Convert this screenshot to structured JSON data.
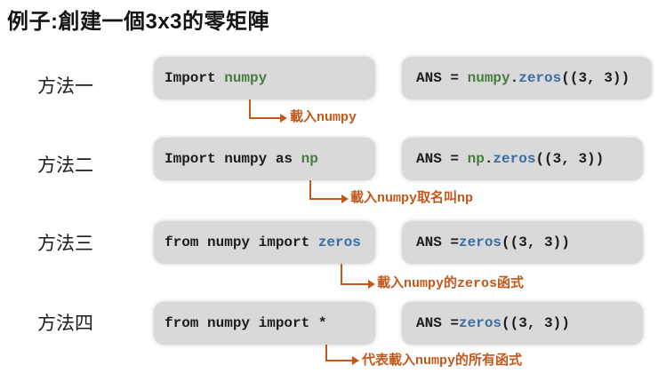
{
  "title": "例子:創建一個3x3的零矩陣",
  "colors": {
    "background": "#ffffff",
    "box_gray": "#d9d9d9",
    "code_black": "#1c1c1c",
    "code_green": "#467d3f",
    "code_blue": "#3a6ea5",
    "annotation_orange": "#c5571a"
  },
  "rows": [
    {
      "label": "方法一",
      "code": [
        {
          "text": "Import ",
          "color": "plain"
        },
        {
          "text": "numpy",
          "color": "green"
        }
      ],
      "ans": [
        {
          "text": "ANS = ",
          "color": "plain"
        },
        {
          "text": "numpy",
          "color": "green"
        },
        {
          "text": ".",
          "color": "plain"
        },
        {
          "text": "zeros",
          "color": "blue"
        },
        {
          "text": "((3, 3))",
          "color": "plain"
        }
      ],
      "annotation": "載入numpy"
    },
    {
      "label": "方法二",
      "code": [
        {
          "text": "Import numpy as ",
          "color": "plain"
        },
        {
          "text": "np",
          "color": "green"
        }
      ],
      "ans": [
        {
          "text": "ANS = ",
          "color": "plain"
        },
        {
          "text": "np",
          "color": "green"
        },
        {
          "text": ".",
          "color": "plain"
        },
        {
          "text": "zeros",
          "color": "blue"
        },
        {
          "text": "((3, 3))",
          "color": "plain"
        }
      ],
      "annotation": "載入numpy取名叫np"
    },
    {
      "label": "方法三",
      "code": [
        {
          "text": "from numpy import ",
          "color": "plain"
        },
        {
          "text": "zeros",
          "color": "blue"
        }
      ],
      "ans": [
        {
          "text": "ANS =",
          "color": "plain"
        },
        {
          "text": "zeros",
          "color": "blue"
        },
        {
          "text": "((3, 3))",
          "color": "plain"
        }
      ],
      "annotation": "載入numpy的zeros函式"
    },
    {
      "label": "方法四",
      "code": [
        {
          "text": "from numpy import *",
          "color": "plain"
        }
      ],
      "ans": [
        {
          "text": "ANS =",
          "color": "plain"
        },
        {
          "text": "zeros",
          "color": "blue"
        },
        {
          "text": "((3, 3))",
          "color": "plain"
        }
      ],
      "annotation": "代表載入numpy的所有函式"
    }
  ]
}
